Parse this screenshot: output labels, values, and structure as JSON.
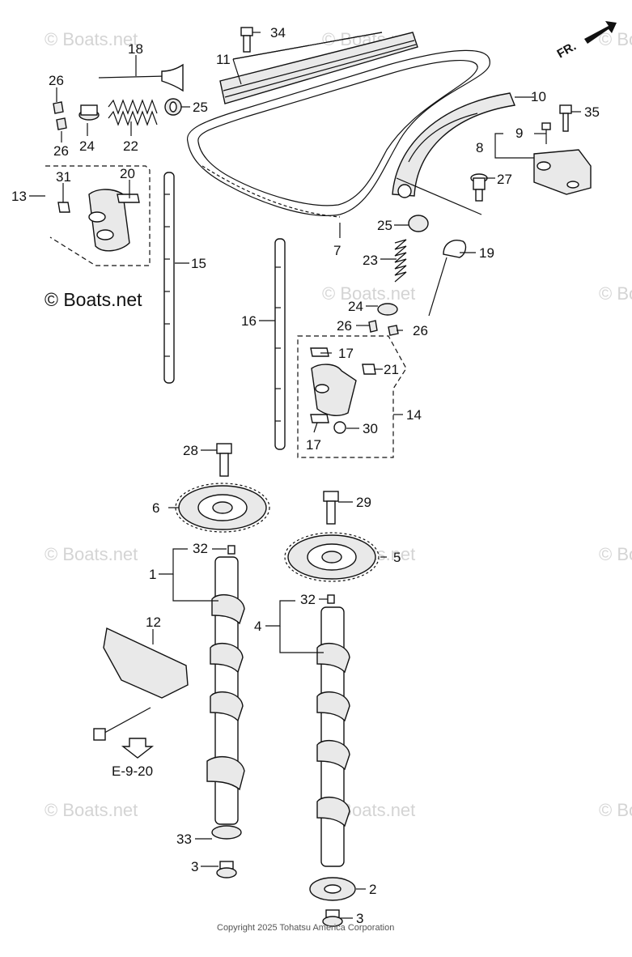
{
  "watermarks": [
    "© Boats.net",
    "© Boats.net",
    "© Boats.net",
    "© Boats.net",
    "© Boats.net",
    "© Boats.net",
    "© Boats.net",
    "© Boats.net",
    "© Boats.net",
    "© Boats.net",
    "© Boats.net"
  ],
  "brand_watermark": "© Boats.net",
  "direction_label": "FR.",
  "reference_label": "E-9-20",
  "copyright": "Copyright 2025 Tohatsu America Corporation",
  "callouts": {
    "c1": "1",
    "c2": "2",
    "c3a": "3",
    "c3b": "3",
    "c4": "4",
    "c5": "5",
    "c6": "6",
    "c7": "7",
    "c8": "8",
    "c9": "9",
    "c10": "10",
    "c11": "11",
    "c12": "12",
    "c13": "13",
    "c14": "14",
    "c15": "15",
    "c16": "16",
    "c17a": "17",
    "c17b": "17",
    "c18": "18",
    "c19": "19",
    "c20": "20",
    "c21": "21",
    "c22": "22",
    "c23": "23",
    "c24a": "24",
    "c24b": "24",
    "c25a": "25",
    "c25b": "25",
    "c26a": "26",
    "c26b": "26",
    "c26c": "26",
    "c26d": "26",
    "c27": "27",
    "c28": "28",
    "c29": "29",
    "c30": "30",
    "c31": "31",
    "c32a": "32",
    "c32b": "32",
    "c33": "33",
    "c34": "34",
    "c35": "35"
  },
  "colors": {
    "line": "#111111",
    "watermark": "#d4d4d4",
    "shade": "#e9e9e9"
  }
}
